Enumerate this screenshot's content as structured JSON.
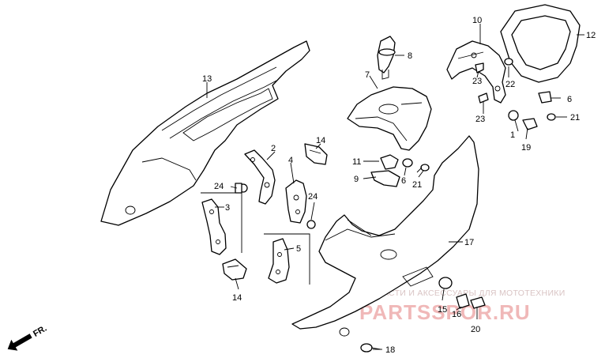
{
  "callouts": {
    "c1": "1",
    "c2": "2",
    "c3": "3",
    "c4": "4",
    "c5": "5",
    "c6a": "6",
    "c6b": "6",
    "c7": "7",
    "c8": "8",
    "c9": "9",
    "c10": "10",
    "c11": "11",
    "c12": "12",
    "c13": "13",
    "c14a": "14",
    "c14b": "14",
    "c15": "15",
    "c16": "16",
    "c17": "17",
    "c18": "18",
    "c19": "19",
    "c20": "20",
    "c21a": "21",
    "c21b": "21",
    "c22": "22",
    "c23a": "23",
    "c23b": "23",
    "c24a": "24",
    "c24b": "24"
  },
  "watermark": {
    "line1": "ЗАПЧАСТИ И АКСЕССУАРЫ ДЛЯ МОТОТЕХНИКИ",
    "line2": "PARTSSPOR.RU"
  },
  "front_arrow_label": "FR."
}
